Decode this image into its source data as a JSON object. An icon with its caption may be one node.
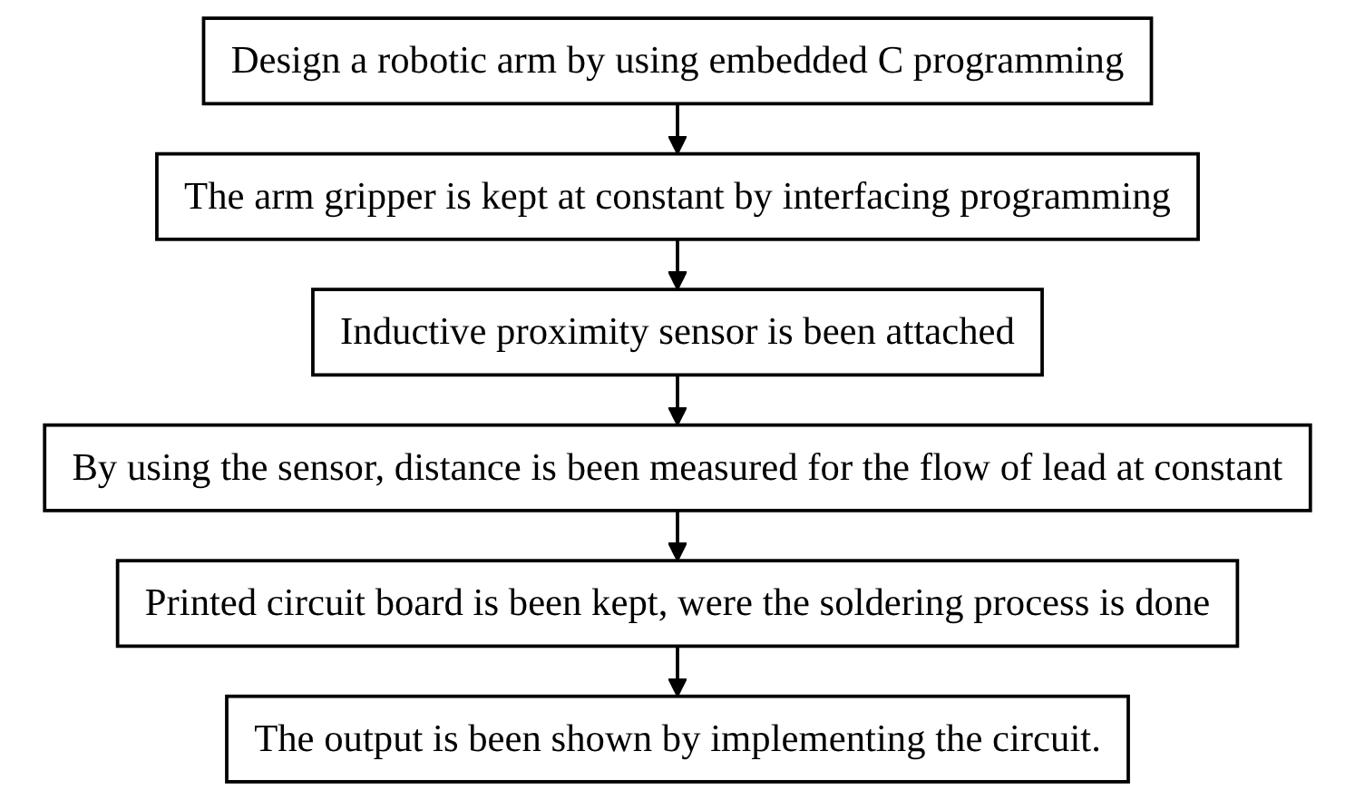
{
  "diagram": {
    "nodes": [
      {
        "text": [
          "Design a robotic arm by using embedded C programming"
        ]
      },
      {
        "text": [
          "The arm gripper is kept at constant by interfacing programming"
        ]
      },
      {
        "text": [
          "Inductive proximity sensor is been attached"
        ]
      },
      {
        "text": [
          "By using the sensor, distance is been measured for the flow of lead at constant"
        ]
      },
      {
        "text": [
          "Printed circuit board is been kept, were the soldering process is done"
        ]
      },
      {
        "text": [
          "The output is been shown by implementing the circuit."
        ]
      }
    ],
    "edges": [
      {
        "from": 0,
        "to": 1,
        "arrow": "to"
      },
      {
        "from": 1,
        "to": 2,
        "arrow": "to"
      },
      {
        "from": 2,
        "to": 3,
        "arrow": "to"
      },
      {
        "from": 3,
        "to": 4,
        "arrow": "to"
      },
      {
        "from": 4,
        "to": 5,
        "arrow": "to"
      }
    ]
  }
}
